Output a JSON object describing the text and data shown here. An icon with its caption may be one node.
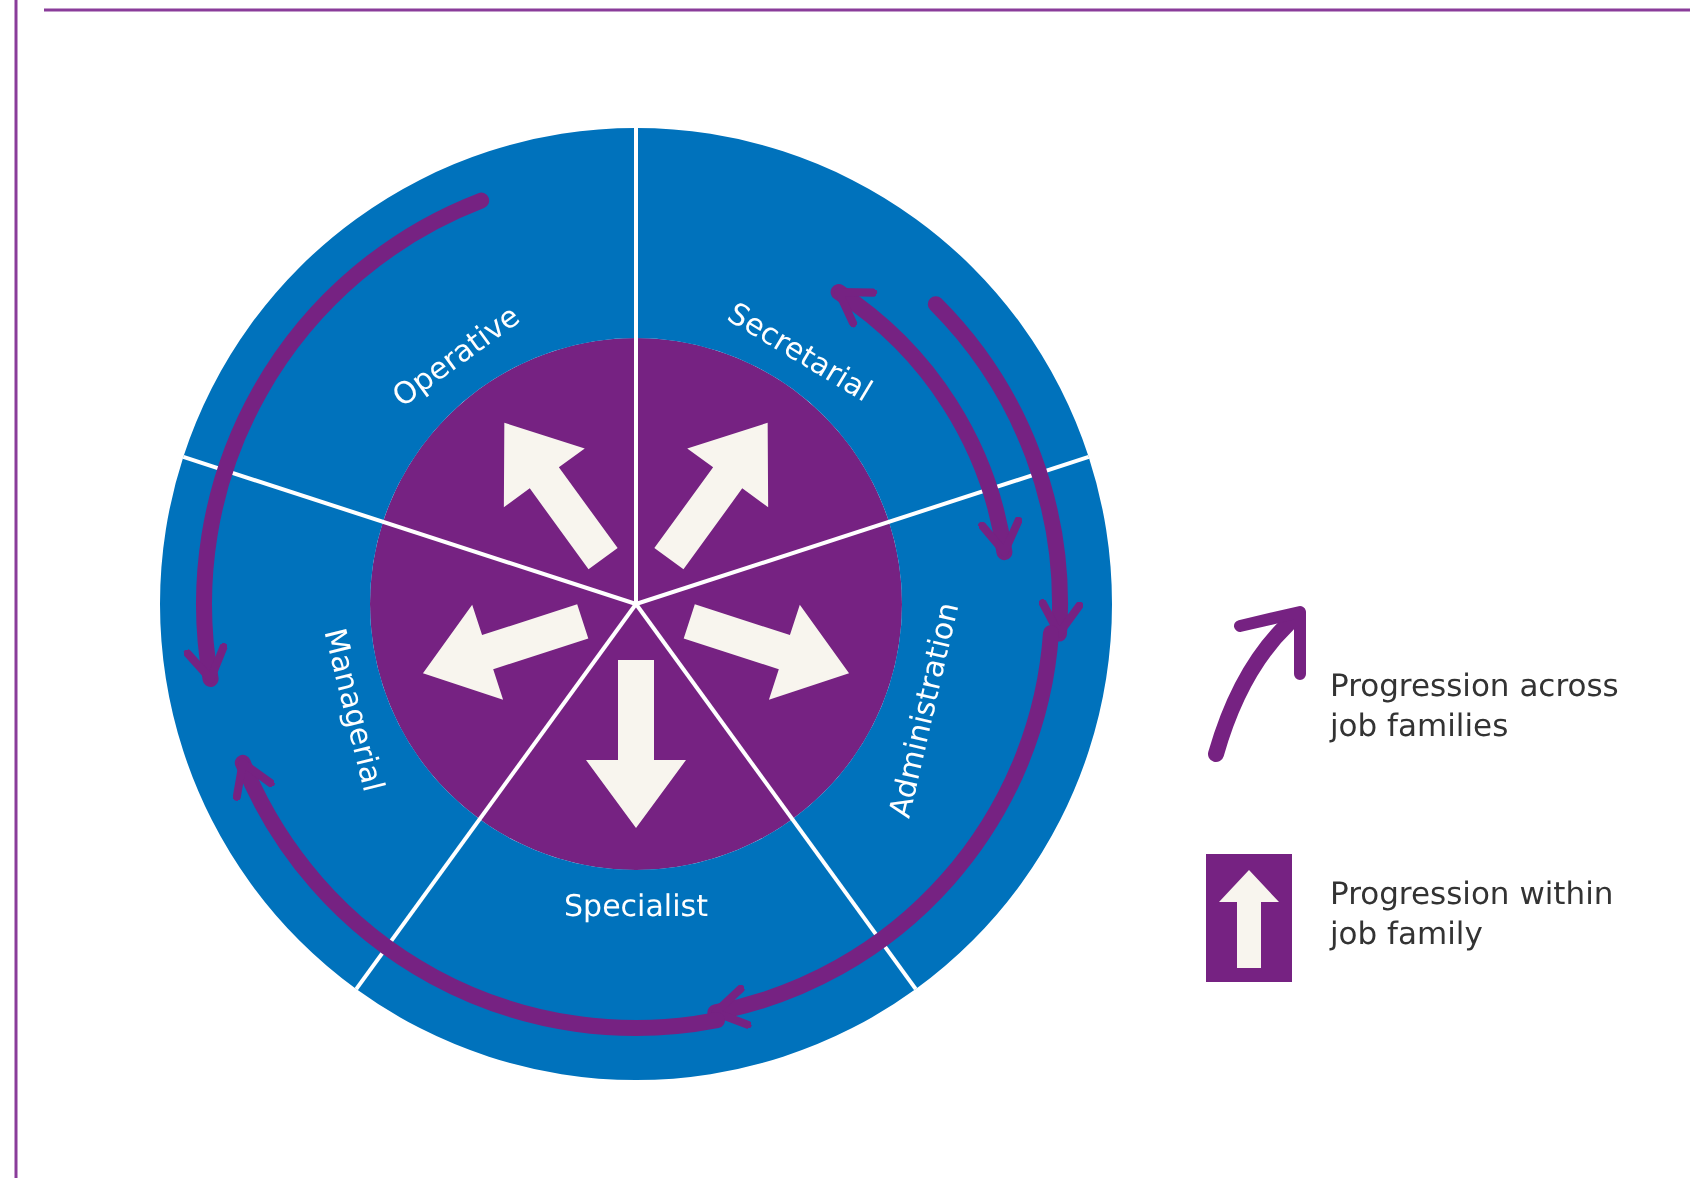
{
  "diagram": {
    "nodes": [
      {
        "text": [
          "Operative"
        ]
      },
      {
        "text": [
          "Secretarial"
        ]
      },
      {
        "text": [
          "Administration"
        ]
      },
      {
        "text": [
          "Specialist"
        ]
      },
      {
        "text": [
          "Managerial"
        ]
      }
    ],
    "edges": [
      {
        "from": 0,
        "to": 4,
        "arrow": "to"
      },
      {
        "from": 1,
        "to": 2,
        "arrow": "both"
      },
      {
        "from": 1,
        "to": 2,
        "arrow": "to"
      },
      {
        "from": 2,
        "to": 3,
        "arrow": "to"
      },
      {
        "from": 3,
        "to": 4,
        "arrow": "to"
      }
    ],
    "legend": [
      {
        "text": "Progression across job families"
      },
      {
        "text": "Progression within job family"
      }
    ]
  }
}
